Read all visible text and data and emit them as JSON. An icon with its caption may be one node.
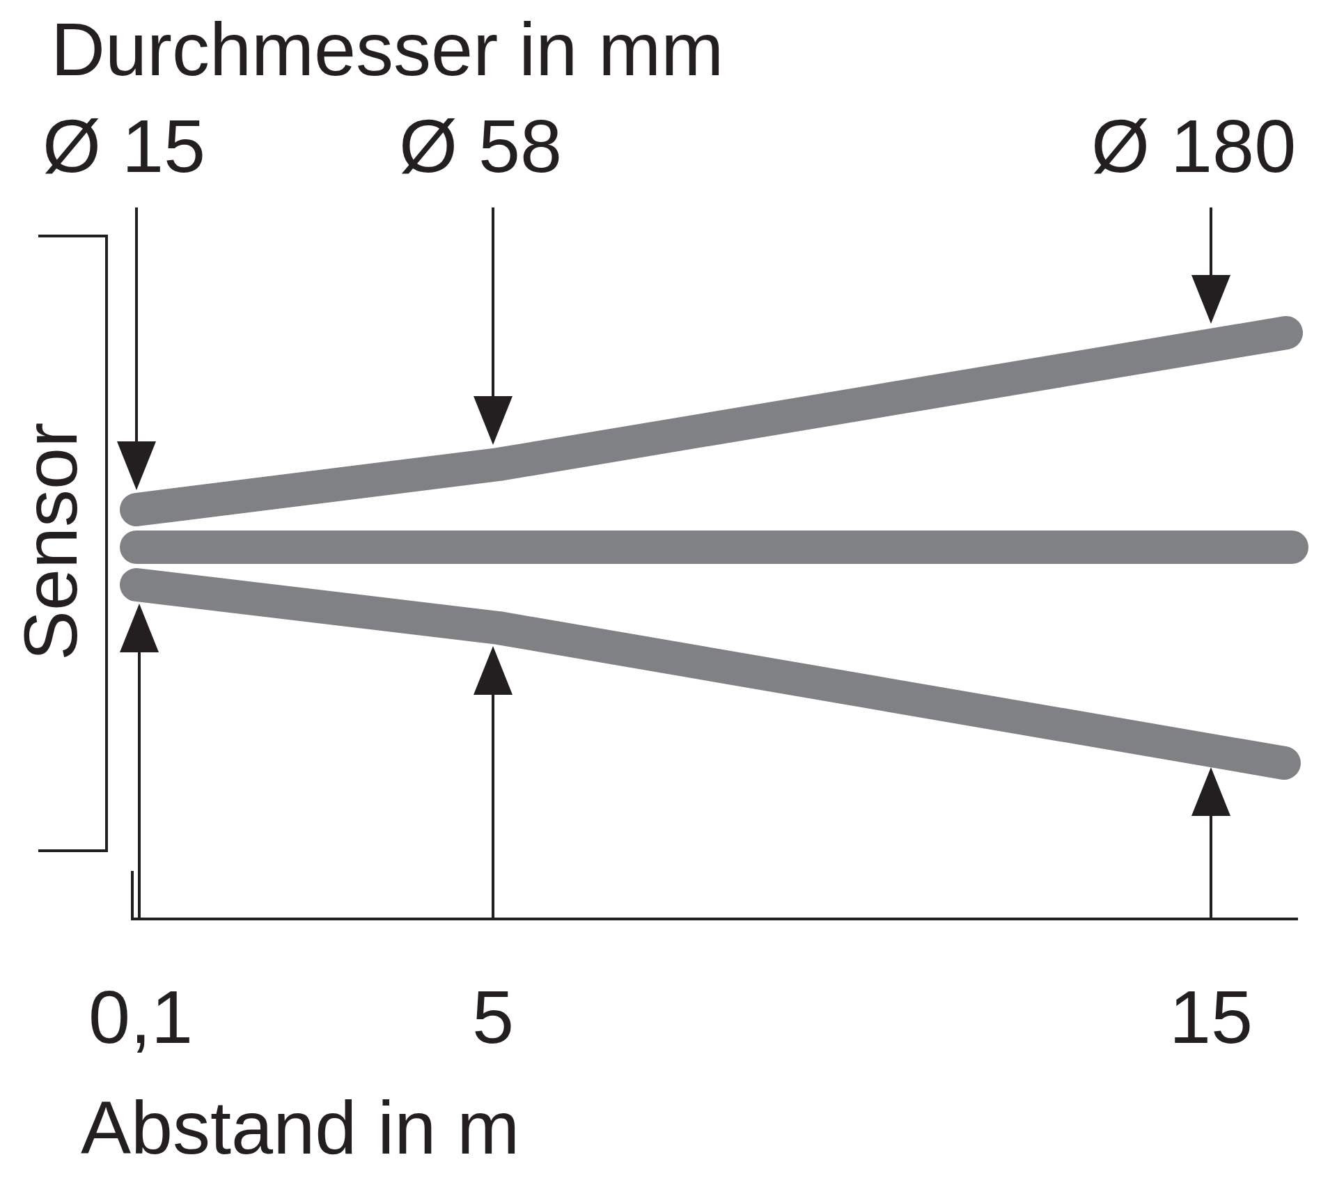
{
  "diagram": {
    "labels": [
      "Durchmesser in mm",
      "Ø 15",
      "Ø 58",
      "Ø 180",
      "Sensor",
      "0,1",
      "5",
      "15",
      "Abstand in m"
    ]
  }
}
